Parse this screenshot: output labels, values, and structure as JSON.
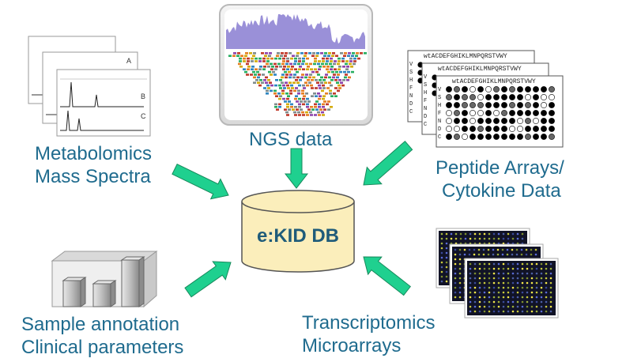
{
  "diagram": {
    "center": {
      "label": "e:KID DB",
      "fill": "#fbeebb"
    },
    "arrow_color": "#1fd08f",
    "label_color": "#1f6b8e",
    "sources": {
      "metabolomics": {
        "line1": "Metabolomics",
        "line2": "Mass Spectra",
        "icon": "mass-spectra-stack"
      },
      "ngs": {
        "line1": "NGS data",
        "icon": "sequence-coverage-track"
      },
      "peptide": {
        "line1": "Peptide Arrays/",
        "line2": "Cytokine Data",
        "icon": "peptide-array-sheets"
      },
      "sample": {
        "line1": "Sample annotation",
        "line2": "Clinical parameters",
        "icon": "bar-chart-3d"
      },
      "transcriptomics": {
        "line1": "Transcriptomics",
        "line2": "Microarrays",
        "icon": "microarray-slides"
      }
    },
    "spectra_panel_marks": [
      "A",
      "B",
      "C"
    ],
    "peptide_array": {
      "header": "wtACDEFGHIKLMNPQRSTVWY",
      "row_labels": [
        "V",
        "S",
        "H",
        "F",
        "N",
        "D",
        "C"
      ]
    }
  }
}
